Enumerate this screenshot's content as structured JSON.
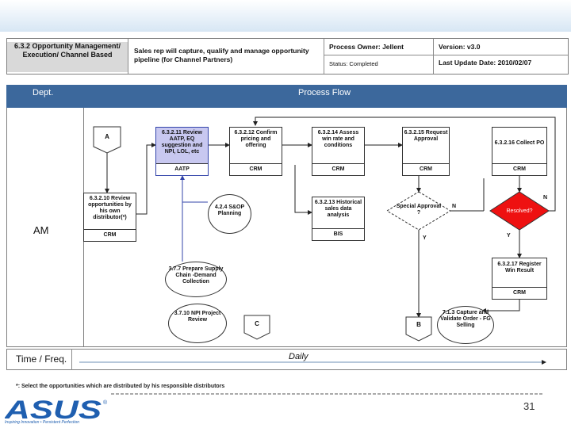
{
  "header": {
    "section_title": "6.3.2 Opportunity Management/ Execution/ Channel Based",
    "description": "Sales rep will capture, qualify and manage opportunity pipeline (for Channel Partners)",
    "process_owner": "Process Owner: Jellent",
    "version": "Version: v3.0",
    "status": "Status: Completed",
    "last_update": "Last Update Date: 2010/02/07"
  },
  "columns": {
    "dept": "Dept.",
    "process_flow": "Process Flow"
  },
  "lanes": {
    "am": "AM",
    "time_freq": "Time / Freq.",
    "daily": "Daily"
  },
  "connectors": {
    "a": "A",
    "b": "B",
    "c": "C"
  },
  "steps": {
    "s11": {
      "text": "6.3.2.11 Review AATP, EQ suggestion and NPI, LOL, etc",
      "system": "AATP"
    },
    "s12": {
      "text": "6.3.2.12 Confirm pricing and offering",
      "system": "CRM"
    },
    "s14": {
      "text": "6.3.2.14 Assess win rate and conditions",
      "system": "CRM"
    },
    "s15": {
      "text": "6.3.2.15 Request Approval",
      "system": "CRM"
    },
    "s16": {
      "text": "6.3.2.16 Collect PO",
      "system": "CRM"
    },
    "s10": {
      "text": "6.3.2.10 Review opportunities by his own distributor(*)",
      "system": "CRM"
    },
    "s13": {
      "text": "6.3.2.13 Historical sales data analysis",
      "system": "BIS"
    },
    "s17": {
      "text": "6.3.2.17 Register Win Result",
      "system": "CRM"
    }
  },
  "external": {
    "snop": "4.2.4 S&OP Planning",
    "supply": "3.7.7 Prepare Supply Chain -Demand Collection",
    "npi": "3.7.10 NPI Project Review",
    "capture": "7.1.3 Capture and Validate Order - FG Selling"
  },
  "decisions": {
    "special": "Special Approval ?",
    "resolved": "Resolved?"
  },
  "flow_labels": {
    "n1": "N",
    "n2": "N",
    "y1": "Y",
    "y2": "Y"
  },
  "footnote": "*: Select the opportunities which are distributed by his responsible distributors",
  "page_number": "31",
  "logo": {
    "brand": "ASUS",
    "tagline": "Inspiring Innovation • Persistent Perfection"
  },
  "colors": {
    "blue_header": "#3c689c",
    "highlight": "#c8c8f0",
    "decision_red": "#ee1111",
    "logo_blue": "#1f5fb0"
  }
}
